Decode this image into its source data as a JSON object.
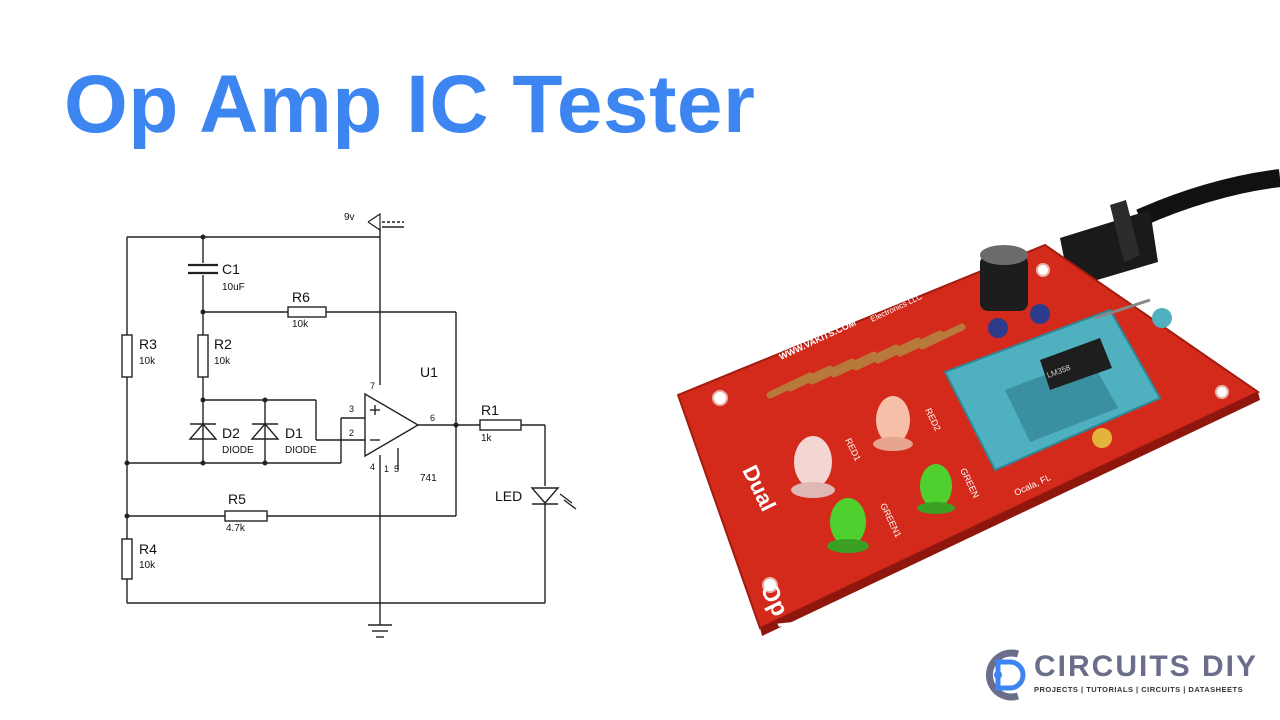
{
  "title": "Op Amp IC Tester",
  "schematic": {
    "supply": "9v",
    "components": {
      "C1": {
        "name": "C1",
        "value": "10uF"
      },
      "R6": {
        "name": "R6",
        "value": "10k"
      },
      "R2": {
        "name": "R2",
        "value": "10k"
      },
      "R3": {
        "name": "R3",
        "value": "10k"
      },
      "R4": {
        "name": "R4",
        "value": "10k"
      },
      "R5": {
        "name": "R5",
        "value": "4.7k"
      },
      "R1": {
        "name": "R1",
        "value": "1k"
      },
      "D1": {
        "name": "D1",
        "value": "DIODE"
      },
      "D2": {
        "name": "D2",
        "value": "DIODE"
      },
      "U1": {
        "name": "U1",
        "part": "741"
      },
      "LED": {
        "name": "LED"
      }
    },
    "pins": {
      "p7": "7",
      "p3": "3",
      "p2": "2",
      "p6": "6",
      "p4": "4",
      "p1": "1",
      "p5": "5"
    }
  },
  "board": {
    "title_line1": "Dual",
    "title_line2": "Op Amp Tester",
    "website": "WWW.VAKITS.COM",
    "company": "Electronics LLC",
    "location": "Ocala, FL",
    "led_labels": [
      "RED1",
      "RED2",
      "GREEN1",
      "GREEN"
    ],
    "chip_text": "LM358"
  },
  "logo": {
    "name": "CIRCUITS DIY",
    "tagline": "PROJECTS | TUTORIALS | CIRCUITS | DATASHEETS"
  },
  "colors": {
    "title": "#3d85f0",
    "board": "#d42a1c",
    "socket": "#4fb0bf",
    "logo": "#6b6e8a"
  }
}
